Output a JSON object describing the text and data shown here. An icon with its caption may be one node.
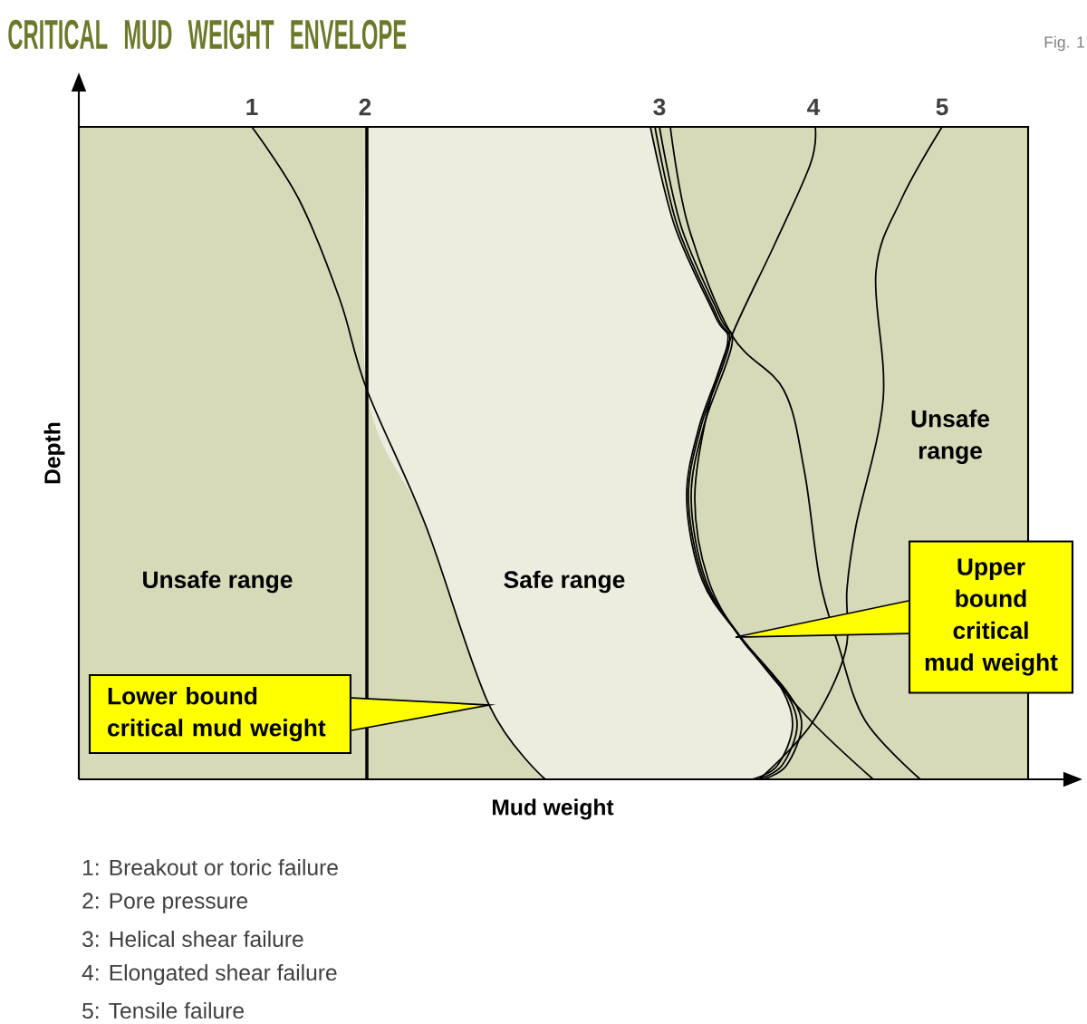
{
  "diagram": {
    "title": "CRITICAL MUD WEIGHT ENVELOPE",
    "nodes": [
      {
        "text": [
          "Upper bound critical mud weight"
        ]
      },
      {
        "text": [
          "Lower bound critical mud weight"
        ]
      }
    ],
    "edges": [
      {
        "from": 0,
        "to": null,
        "arrow": "none"
      },
      {
        "from": 1,
        "to": null,
        "arrow": "none"
      }
    ],
    "labels": [
      "Fig. 1",
      "1",
      "2",
      "3",
      "4",
      "5",
      "Depth",
      "Unsafe range",
      "Safe range",
      "Unsafe range",
      "Mud weight",
      "1: Breakout or toric failure",
      "2: Pore pressure",
      "3: Helical shear failure",
      "4: Elongated shear failure",
      "5: Tensile failure"
    ]
  }
}
